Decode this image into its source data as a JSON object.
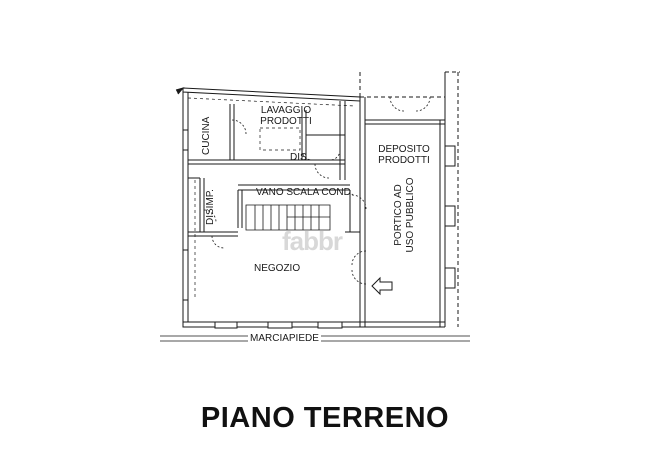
{
  "rooms": {
    "lavaggio": [
      "LAVAGGIO",
      "PRODOTTI"
    ],
    "cucina": "CUCINA",
    "dis": "DIS.",
    "deposito": [
      "DEPOSITO",
      "PRODOTTI"
    ],
    "vano_scala": "VANO SCALA COND.",
    "disimp": "DISIMP.",
    "portico": [
      "PORTICO AD",
      "USO PUBBLICO"
    ],
    "negozio": "NEGOZIO"
  },
  "marciapiede": "MARCIAPIEDE",
  "title": "PIANO TERRENO",
  "watermark": "fabbr"
}
